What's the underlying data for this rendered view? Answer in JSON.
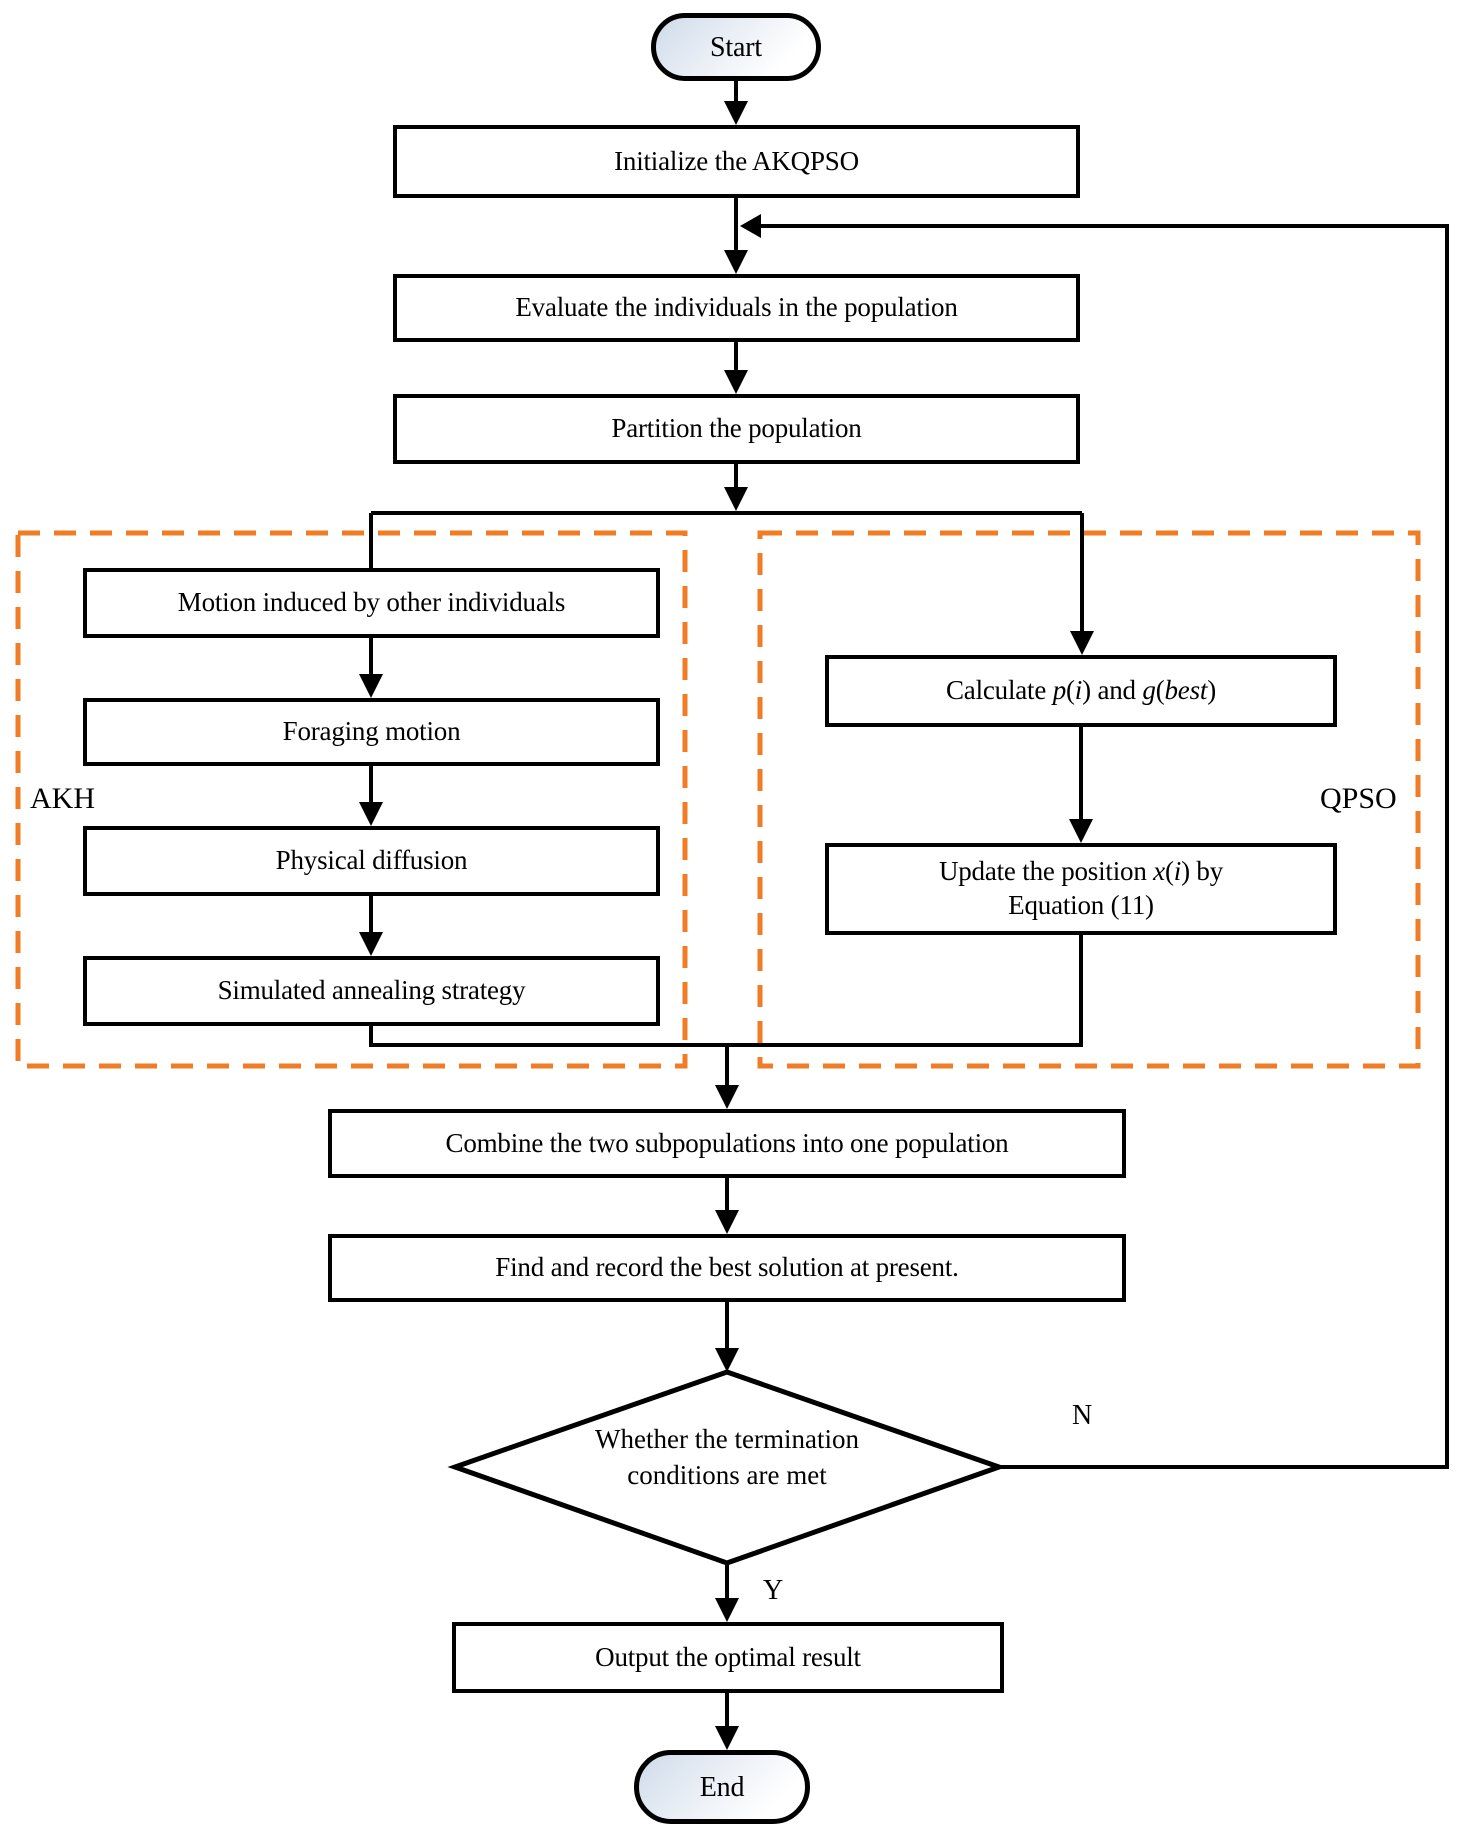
{
  "diagram": {
    "terminals": {
      "start_label": "Start",
      "end_label": "End"
    },
    "steps": {
      "initialize": "Initialize the AKQPSO",
      "evaluate": "Evaluate the individuals in the population",
      "partition": "Partition the population"
    },
    "akh_group": {
      "label": "AKH",
      "steps": {
        "motion": "Motion induced by other individuals",
        "foraging": "Foraging motion",
        "physical": "Physical diffusion",
        "annealing": "Simulated annealing strategy"
      }
    },
    "qpso_group": {
      "label": "QPSO",
      "calculate_segments": [
        {
          "t": "Calculate "
        },
        {
          "t": "p",
          "i": true
        },
        {
          "t": "("
        },
        {
          "t": "i",
          "i": true
        },
        {
          "t": ") and "
        },
        {
          "t": "g",
          "i": true
        },
        {
          "t": "("
        },
        {
          "t": "best",
          "i": true
        },
        {
          "t": ")"
        }
      ],
      "update_segments": [
        {
          "t": "Update the position "
        },
        {
          "t": "x",
          "i": true
        },
        {
          "t": "("
        },
        {
          "t": "i",
          "i": true
        },
        {
          "t": ") by"
        },
        {
          "br": true
        },
        {
          "t": "Equation (11)"
        }
      ]
    },
    "merge_steps": {
      "combine": "Combine the two subpopulations into one population",
      "find": "Find and record the best solution at present."
    },
    "decision": {
      "line1": "Whether the termination",
      "line2": "conditions are met",
      "no_label": "N",
      "yes_label": "Y"
    },
    "output_step": "Output the optimal result",
    "colors": {
      "group_dash": "#F07D26",
      "line": "#000000"
    }
  }
}
